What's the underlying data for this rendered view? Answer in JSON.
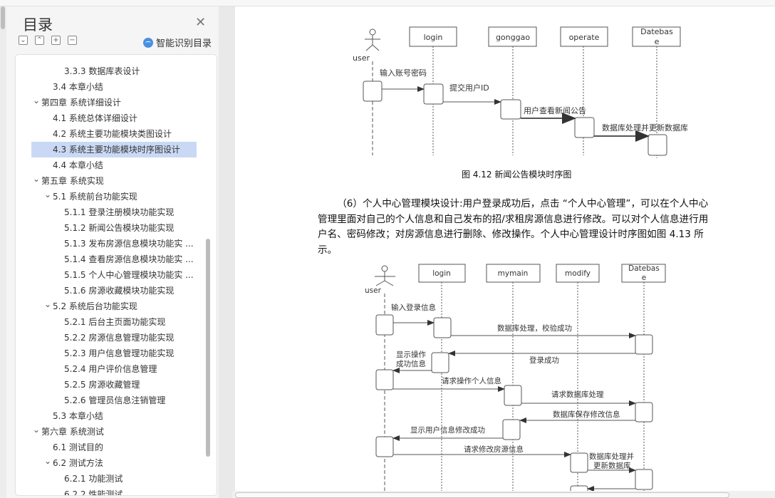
{
  "sidebar": {
    "title": "目录",
    "close_icon": "close-icon",
    "smart_toc_label": "智能识别目录",
    "tools": [
      "collapse-down-icon",
      "expand-up-icon",
      "plus-icon",
      "minus-icon"
    ],
    "items": [
      {
        "label": "3.3.3  数据库表设计",
        "level": 3
      },
      {
        "label": "3.4  本章小结",
        "level": 2
      },
      {
        "label": "第四章  系统详细设计",
        "level": 1,
        "expanded": true
      },
      {
        "label": "4.1  系统总体详细设计",
        "level": 2
      },
      {
        "label": "4.2  系统主要功能模块类图设计",
        "level": 2
      },
      {
        "label": "4.3  系统主要功能模块时序图设计",
        "level": 2,
        "selected": true
      },
      {
        "label": "4.4  本章小结",
        "level": 2
      },
      {
        "label": "第五章  系统实现",
        "level": 1,
        "expanded": true
      },
      {
        "label": "5.1  系统前台功能实现",
        "level": 2,
        "expanded": true
      },
      {
        "label": "5.1.1  登录注册模块功能实现",
        "level": 3
      },
      {
        "label": "5.1.2  新闻公告模块功能实现",
        "level": 3
      },
      {
        "label": "5.1.3  发布房源信息模块功能实 ...",
        "level": 3
      },
      {
        "label": "5.1.4  查看房源信息模块功能实 ...",
        "level": 3
      },
      {
        "label": "5.1.5  个人中心管理模块功能实 ...",
        "level": 3
      },
      {
        "label": "5.1.6  房源收藏模块功能实现",
        "level": 3
      },
      {
        "label": "5.2  系统后台功能实现",
        "level": 2,
        "expanded": true
      },
      {
        "label": "5.2.1  后台主页面功能实现",
        "level": 3
      },
      {
        "label": "5.2.2  房源信息管理功能实现",
        "level": 3
      },
      {
        "label": "5.2.3  用户信息管理功能实现",
        "level": 3
      },
      {
        "label": "5.2.4  用户评价信息管理",
        "level": 3
      },
      {
        "label": "5.2.5  房源收藏管理",
        "level": 3
      },
      {
        "label": "5.2.6  管理员信息注销管理",
        "level": 3
      },
      {
        "label": "5.3  本章小结",
        "level": 2
      },
      {
        "label": "第六章  系统测试",
        "level": 1,
        "expanded": true
      },
      {
        "label": "6.1  测试目的",
        "level": 2
      },
      {
        "label": "6.2  测试方法",
        "level": 2,
        "expanded": true
      },
      {
        "label": "6.2.1  功能测试",
        "level": 3
      },
      {
        "label": "6.2.2  性能测试",
        "level": 3
      }
    ]
  },
  "doc": {
    "diagram1": {
      "actor": "user",
      "objects": [
        "login",
        "gonggao",
        "operate",
        "Datebas",
        "e"
      ],
      "messages": [
        "输入账号密码",
        "提交用户ID",
        "用户查看新闻公告",
        "数据库处理并更新数据库"
      ],
      "caption": "图 4.12 新闻公告模块时序图"
    },
    "paragraph": "（6）个人中心管理模块设计:用户登录成功后，点击 “个人中心管理”，可以在个人中心管理里面对自己的个人信息和自己发布的招/求租房源信息进行修改。可以对个人信息进行用户名、密码修改；对房源信息进行删除、修改操作。个人中心管理设计时序图如图 4.13 所示。",
    "diagram2": {
      "actor": "user",
      "objects": [
        "login",
        "mymain",
        "modify",
        "Datebas",
        "e"
      ],
      "messages": [
        "输入登录信息",
        "数据库处理，校验成功",
        "登录成功",
        "显示操作",
        "成功信息",
        "请求操作个人信息",
        "请求数据库处理",
        "数据库保存修改信息",
        "显示用户信息修改成功",
        "请求修改房源信息",
        "数据库处理并",
        "更新数据库"
      ]
    }
  }
}
